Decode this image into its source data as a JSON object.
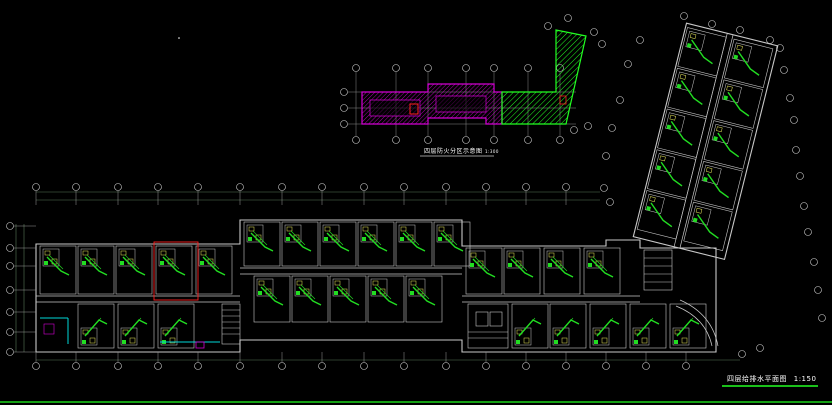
{
  "drawing": {
    "inset_title": "四层防火分区示意图",
    "inset_scale": "1:300",
    "main_title": "四层给排水平面图",
    "main_scale": "1:150"
  },
  "colors": {
    "background": "#000000",
    "wall": "#c8c8c8",
    "axis": "#ffffff",
    "dim": "#5a7a5a",
    "pipe": "#22dd22",
    "fixture": "#e8e85a",
    "magenta": "#d400d4",
    "cyan": "#00d8d8",
    "red": "#ff2020",
    "hatch": "#22ff22"
  }
}
